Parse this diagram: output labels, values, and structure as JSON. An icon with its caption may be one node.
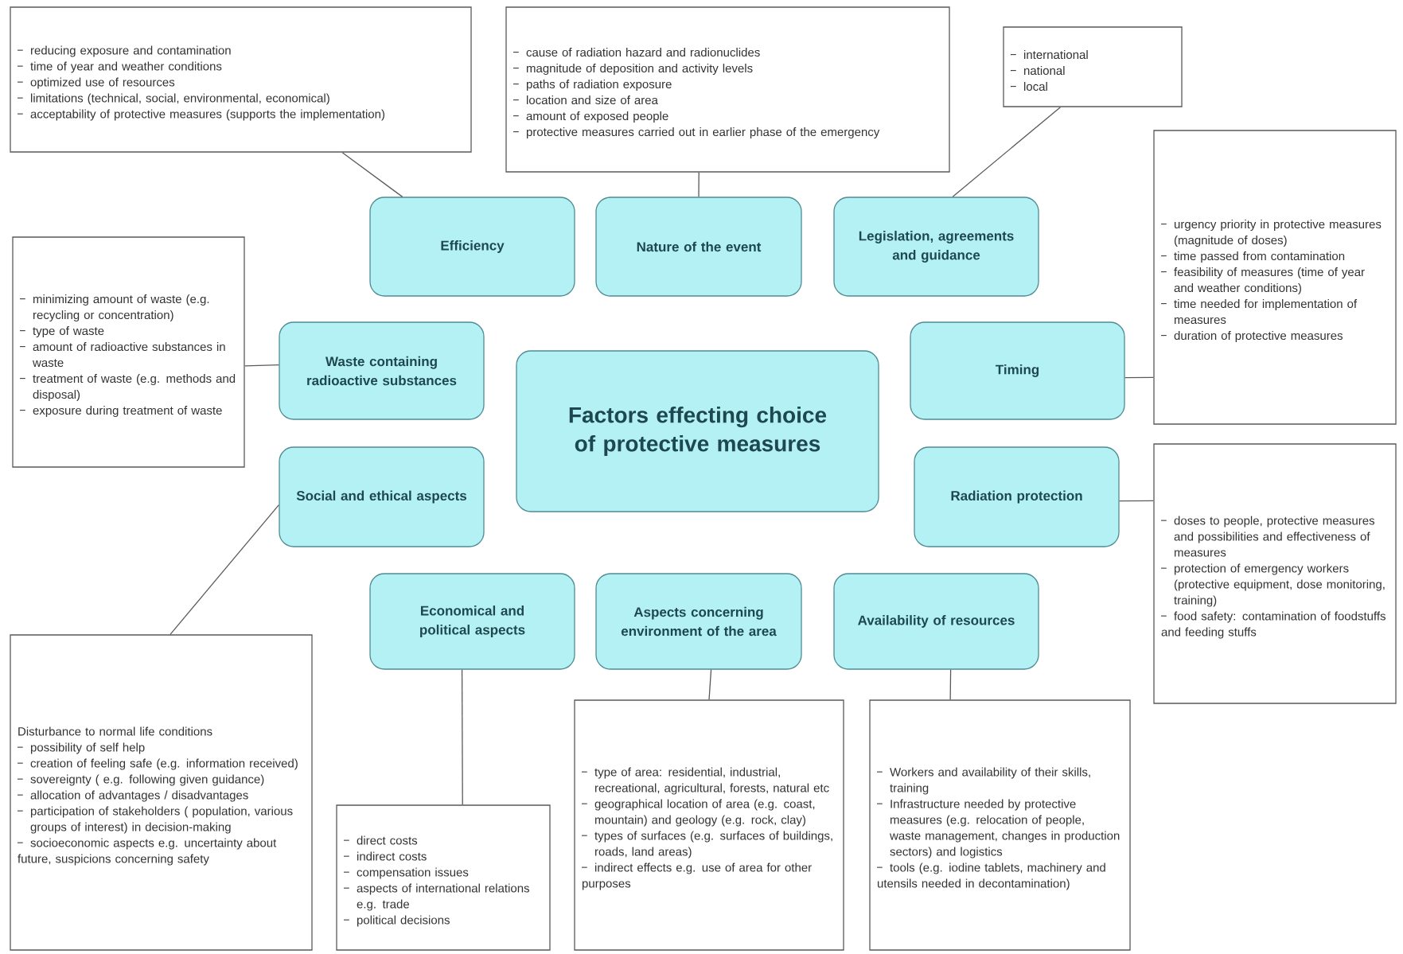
{
  "diagram": {
    "nodes": [
      {
        "text": [
          "reducing exposure and contamination",
          "time of year and weather conditions",
          "optimized use of resources",
          "limitations (technical, social, environmental, economical)",
          "acceptability of protective measures (supports the implementation)"
        ]
      },
      {
        "text": [
          "cause of radiation hazard and radionuclides",
          "magnitude of deposition and activity levels",
          "paths of radiation exposure",
          "location and size of area",
          "amount of exposed people",
          "protective measures carried out in earlier phase of the emergency"
        ]
      },
      {
        "text": [
          "international",
          "national",
          "local"
        ]
      },
      {
        "text": [
          "Efficiency"
        ]
      },
      {
        "text": [
          "Nature of the event"
        ]
      },
      {
        "text": [
          "Legislation, agreements and guidance"
        ]
      },
      {
        "text": [
          "urgency priority in protective measures (magnitude of doses)",
          "time passed from contamination",
          "feasibility of measures (time of year and weather conditions)",
          "time needed for implementation of measures",
          "duration of protective measures"
        ]
      },
      {
        "text": [
          "minimizing amount of waste (e.g. recycling or concentration)",
          "type of waste",
          "amount of radioactive substances in waste",
          "treatment of waste (e.g. methods and disposal)",
          "exposure during treatment of waste"
        ]
      },
      {
        "text": [
          "Waste containing radioactive substances"
        ]
      },
      {
        "text": [
          "Factors effecting choice of protective measures"
        ]
      },
      {
        "text": [
          "Timing"
        ]
      },
      {
        "text": [
          "Social and ethical aspects"
        ]
      },
      {
        "text": [
          "Radiation protection"
        ]
      },
      {
        "text": [
          "doses to people, protective measures and possibilities and effectiveness of measures",
          "protection of emergency workers (protective equipment, dose monitoring, training)",
          "food safety: contamination of foodstuffs and feeding stuffs"
        ]
      },
      {
        "text": [
          "Disturbance to normal life conditions",
          "possibility of self help",
          "creation of feeling safe (e.g. information received)",
          "sovereignty ( e.g. following given guidance)",
          "allocation of advantages / disadvantages",
          "participation of stakeholders ( population, various groups of interest) in decision-making",
          "socioeconomic aspects e.g. uncertainty about future, suspicions concerning safety"
        ]
      },
      {
        "text": [
          "Economical and political aspects"
        ]
      },
      {
        "text": [
          "Aspects concerning environment of the area"
        ]
      },
      {
        "text": [
          "Availability of resources"
        ]
      },
      {
        "text": [
          "direct costs",
          "indirect costs",
          "compensation issues",
          "aspects of international relations e.g. trade",
          "political decisions"
        ]
      },
      {
        "text": [
          "type of area: residential, industrial, recreational, agricultural, forests, natural etc",
          "geographical location of area (e.g. coast, mountain) and geology (e.g. rock, clay)",
          "types of surfaces (e.g. surfaces of buildings, roads, land areas)",
          "indirect effects e.g. use of area for other purposes"
        ]
      },
      {
        "text": [
          "Workers and availability of their skills, training",
          "Infrastructure needed by protective measures (e.g. relocation of people, waste management, changes in production sectors) and logistics",
          "tools (e.g. iodine tablets, machinery and utensils needed in decontamination)"
        ]
      }
    ],
    "edges": [
      {
        "from": 3,
        "to": 0,
        "arrow": "none"
      },
      {
        "from": 4,
        "to": 1,
        "arrow": "none"
      },
      {
        "from": 5,
        "to": 2,
        "arrow": "none"
      },
      {
        "from": 10,
        "to": 6,
        "arrow": "none"
      },
      {
        "from": 8,
        "to": 7,
        "arrow": "none"
      },
      {
        "from": 12,
        "to": 13,
        "arrow": "none"
      },
      {
        "from": 11,
        "to": 14,
        "arrow": "none"
      },
      {
        "from": 15,
        "to": 18,
        "arrow": "none"
      },
      {
        "from": 16,
        "to": 19,
        "arrow": "none"
      },
      {
        "from": 17,
        "to": 20,
        "arrow": "none"
      }
    ]
  }
}
